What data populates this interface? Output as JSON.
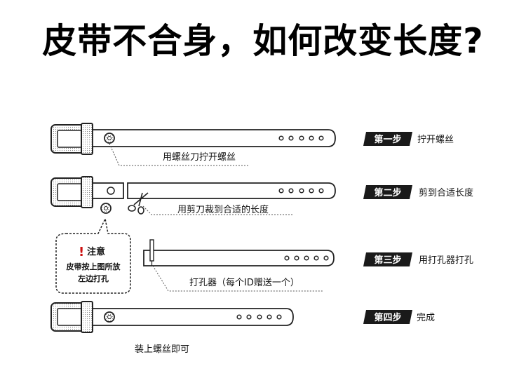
{
  "title": "皮带不合身，如何改变长度?",
  "steps": [
    {
      "tag": "第一步",
      "desc": "拧开螺丝",
      "callout": "用螺丝刀拧开螺丝"
    },
    {
      "tag": "第二步",
      "desc": "剪到合适长度",
      "callout": "用剪刀裁到合适的长度"
    },
    {
      "tag": "第三步",
      "desc": "用打孔器打孔",
      "callout": "打孔器（每个ID赠送一个）"
    },
    {
      "tag": "第四步",
      "desc": "完成",
      "callout": "装上螺丝即可"
    }
  ],
  "note": {
    "mark": "!",
    "title": "注意",
    "line1": "皮带按上图所放",
    "line2": "左边打孔"
  },
  "icons": [
    "belt-buckle-icon",
    "screw-icon",
    "scissors-icon",
    "hole-punch-icon"
  ],
  "colors": {
    "tag_bg": "#1a1a1a",
    "mark": "#cc1010",
    "line": "#222222"
  }
}
